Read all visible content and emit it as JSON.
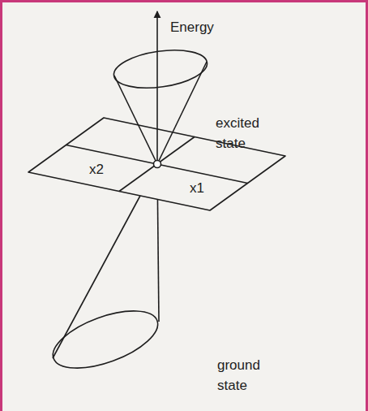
{
  "diagram": {
    "labels": [
      "Energy",
      "excited state",
      "ground state",
      "x1",
      "x2"
    ]
  }
}
